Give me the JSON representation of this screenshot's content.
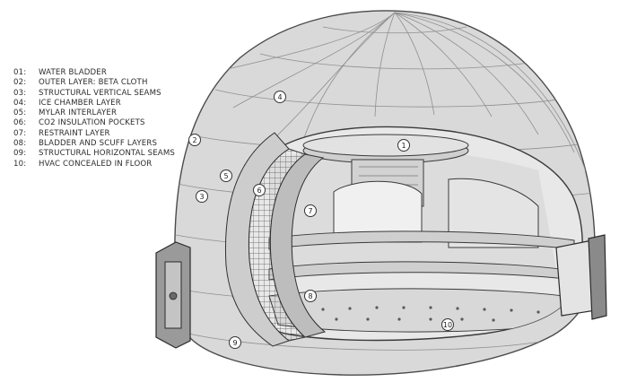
{
  "legend": [
    {
      "num": "01:",
      "label": "WATER BLADDER"
    },
    {
      "num": "02:",
      "label": "OUTER LAYER: BETA CLOTH"
    },
    {
      "num": "03:",
      "label": "STRUCTURAL VERTICAL SEAMS"
    },
    {
      "num": "04:",
      "label": "ICE CHAMBER LAYER"
    },
    {
      "num": "05:",
      "label": "MYLAR INTERLAYER"
    },
    {
      "num": "06:",
      "label": "CO2 INSULATION POCKETS"
    },
    {
      "num": "07:",
      "label": "RESTRAINT LAYER"
    },
    {
      "num": "08:",
      "label": "BLADDER AND SCUFF LAYERS"
    },
    {
      "num": "09:",
      "label": "STRUCTURAL HORIZONTAL SEAMS"
    },
    {
      "num": "10:",
      "label": "HVAC CONCEALED IN FLOOR"
    }
  ],
  "callouts": [
    "1",
    "2",
    "3",
    "4",
    "5",
    "6",
    "7",
    "8",
    "9",
    "10"
  ],
  "colors": {
    "shell": "#d9d9d9",
    "seam": "#8f8f8f",
    "interior": "#e6e6e6",
    "dark": "#3a3a3a"
  }
}
